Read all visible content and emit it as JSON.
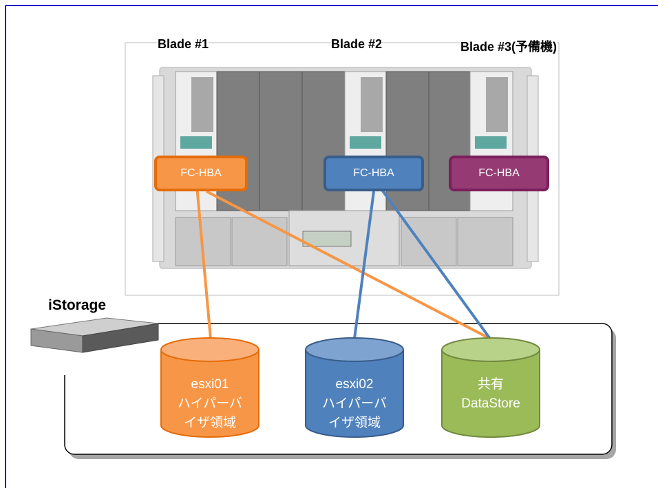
{
  "blades": [
    {
      "label": "Blade #1"
    },
    {
      "label": "Blade #2"
    },
    {
      "label": "Blade #3(予備機)"
    }
  ],
  "hba": [
    {
      "label": "FC-HBA",
      "fill": "#f79646",
      "border": "#e46c0a"
    },
    {
      "label": "FC-HBA",
      "fill": "#4f81bd",
      "border": "#385d8a"
    },
    {
      "label": "FC-HBA",
      "fill": "#953a72",
      "border": "#7a1f5a"
    }
  ],
  "storage": {
    "label": "iStorage"
  },
  "volumes": [
    {
      "line1": "esxi01",
      "line2": "ハイパーバ",
      "line3": "イザ領域",
      "color": "#f79646"
    },
    {
      "line1": "esxi02",
      "line2": "ハイパーバ",
      "line3": "イザ領域",
      "color": "#4f81bd"
    },
    {
      "line1": "共有",
      "line2": "DataStore",
      "line3": "",
      "color": "#9bbb59"
    }
  ],
  "colors": {
    "frame": "#0000cc",
    "orange_link": "#f79646",
    "blue_link": "#4f81bd"
  }
}
